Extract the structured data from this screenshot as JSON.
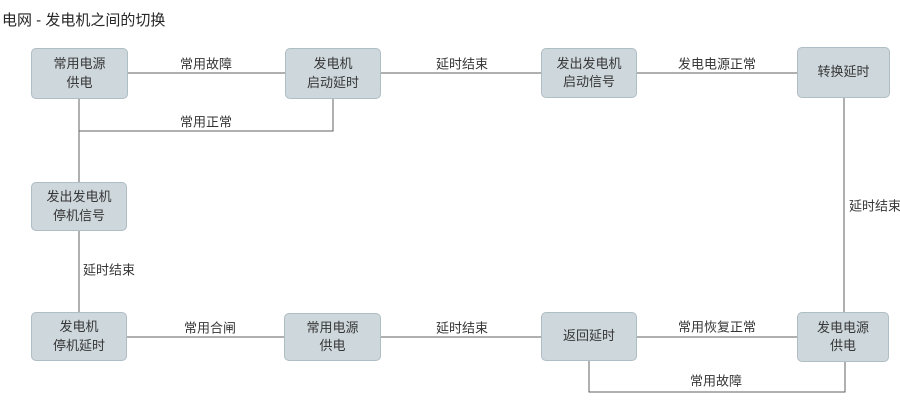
{
  "title": "电网 - 发电机之间的切换",
  "nodes": [
    {
      "id": "normal-power-supply-top",
      "label": "常用电源\n供电"
    },
    {
      "id": "generator-start-delay",
      "label": "发电机\n启动延时"
    },
    {
      "id": "send-generator-start-signal",
      "label": "发出发电机\n启动信号"
    },
    {
      "id": "transfer-delay",
      "label": "转换延时"
    },
    {
      "id": "send-generator-stop-signal",
      "label": "发出发电机\n停机信号"
    },
    {
      "id": "generator-stop-delay",
      "label": "发电机\n停机延时"
    },
    {
      "id": "normal-power-supply-bottom",
      "label": "常用电源\n供电"
    },
    {
      "id": "return-delay",
      "label": "返回延时"
    },
    {
      "id": "generator-power-supply",
      "label": "发电电源\n供电"
    }
  ],
  "edges": [
    {
      "id": "normal-fault-top",
      "label": "常用故障"
    },
    {
      "id": "delay-end-top",
      "label": "延时结束"
    },
    {
      "id": "generator-power-normal",
      "label": "发电电源正常"
    },
    {
      "id": "normal-back-to-normal",
      "label": "常用正常"
    },
    {
      "id": "delay-end-left",
      "label": "延时结束"
    },
    {
      "id": "delay-end-right",
      "label": "延时结束"
    },
    {
      "id": "normal-closing",
      "label": "常用合闸"
    },
    {
      "id": "delay-end-bottom",
      "label": "延时结束"
    },
    {
      "id": "normal-power-restored",
      "label": "常用恢复正常"
    },
    {
      "id": "normal-fault-bottom",
      "label": "常用故障"
    }
  ],
  "colors": {
    "node_fill": "#cdd7dc",
    "node_border": "#afbec5",
    "line_color": "#606060",
    "text_color": "#363636",
    "title_color": "#262626"
  }
}
